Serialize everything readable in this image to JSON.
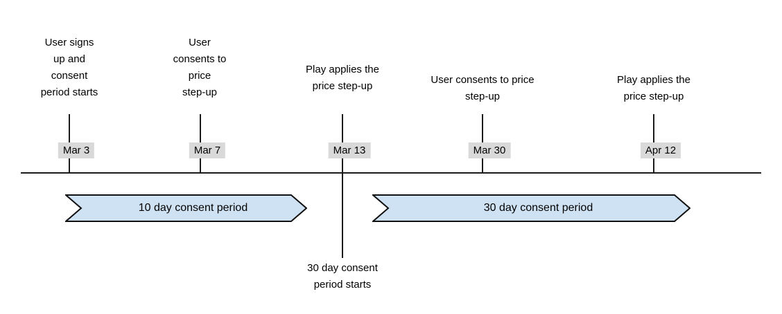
{
  "colors": {
    "background": "#ffffff",
    "text": "#000000",
    "line": "#1a1a1a",
    "date-bg": "#d9d9d9",
    "arrow-fill": "#cfe2f3",
    "arrow-border": "#111111"
  },
  "events": [
    {
      "date": "Mar 3",
      "label": "User signs\nup and\nconsent\nperiod starts"
    },
    {
      "date": "Mar 7",
      "label": "User\nconsents to\nprice\nstep-up"
    },
    {
      "date": "Mar 13",
      "label": "Play applies the\nprice step-up",
      "note_below": "30 day consent\nperiod starts"
    },
    {
      "date": "Mar 30",
      "label": "User consents to price\nstep-up"
    },
    {
      "date": "Apr 12",
      "label": "Play applies the\nprice step-up"
    }
  ],
  "periods": [
    {
      "label": "10 day consent period"
    },
    {
      "label": "30 day consent period"
    }
  ]
}
